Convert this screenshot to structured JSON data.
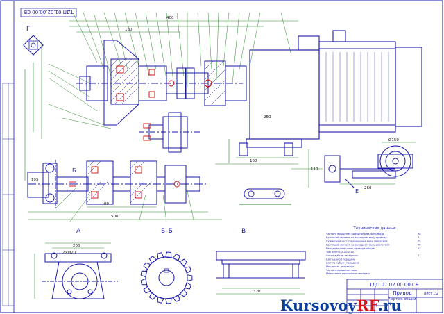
{
  "colors": {
    "outline": "#1a1aa8",
    "dimension": "#2c8a2c",
    "highlight": "#cc1010",
    "hatch": "#1a1aa8",
    "watermark_blue": "#0b3f9a",
    "watermark_red": "#d6121a"
  },
  "drawing": {
    "doc_code_rotated": "ТДП 01.02.00.00 СБ",
    "doc_code_title": "ТДП 01.02.00.00 СБ",
    "title_line1": "Привод",
    "title_line2": "Чертёж общий",
    "sheet_label": "Лист",
    "scale_label": "1:2",
    "view_labels": {
      "g": "Г",
      "b": "Б",
      "a": "А",
      "b_section": "Б–Б",
      "v": "В",
      "e": "Е"
    },
    "tech_req_title": "Технические данные",
    "tech_req_lines": [
      "Частота вращения выходного вала привода",
      "Крутящий момент на выходном валу привода",
      "Суммарная частота вращения вала двигателя",
      "Крутящий момент на выходном валу двигателя",
      "Передаточное число привода общее",
      "Тип ремня: Z-10-Z-10",
      "Число зубьев звездочки",
      "Шаг цепной передачи",
      "Шаг по зубьям передачи",
      "Мощность двигателя",
      "Частота вращения вала",
      "Межосевое расстояние передачи"
    ],
    "tech_req_values": [
      "28",
      "41",
      "25",
      "48",
      "53",
      "",
      "17",
      "",
      "",
      "",
      "",
      ""
    ],
    "dimensions": {
      "d1": "400",
      "d2": "180",
      "d3": "250",
      "d4": "160",
      "d5": "500",
      "d6": "90",
      "d7": "110",
      "d8": "200",
      "d9": "320",
      "d10": "2×Ø20",
      "d11": "Ø150",
      "d12": "260",
      "d13": "195"
    }
  },
  "watermark": {
    "part1": "Kursovoy",
    "part2": "RF",
    "part3": ".ru"
  }
}
